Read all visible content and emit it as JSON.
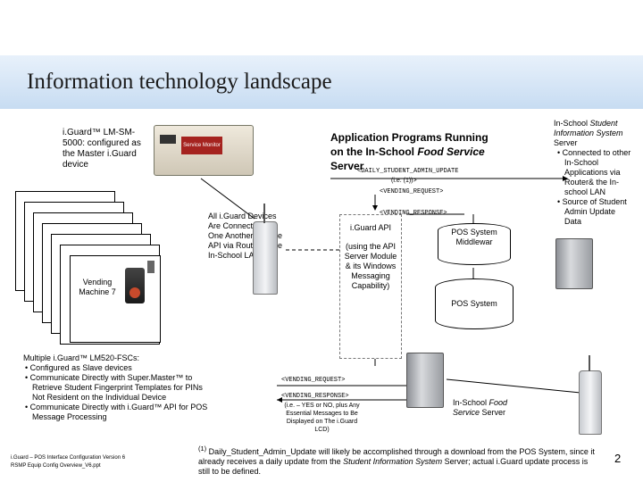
{
  "page": {
    "title": "Information technology landscape",
    "page_number": "2"
  },
  "nodes": {
    "master_device": {
      "label": "i.Guard™ LM-SM-5000: configured as the Master i.Guard device",
      "screen_text": "Service Monitor"
    },
    "vending_stack": {
      "label": "Vending Machine 7"
    },
    "all_devices_note": "All i.Guard Devices Are Connected to One Another and the API via Router to the In-School LAN",
    "app_programs": {
      "line1": "Application Programs Running",
      "line2_a": "on the In-School ",
      "line2_b": "Food Service",
      "line3": "Server"
    },
    "iguard_api": {
      "title": "i.Guard API",
      "detail": "(using the API Server Module & its Windows Messaging Capability)"
    },
    "pos_middleware": "POS System Middlewar",
    "pos_system": "POS System",
    "sis_server": {
      "title_a": "In-School ",
      "title_b": "Student Information System",
      "title_c": " Server",
      "bullets": [
        "Connected to other In-School Applications via Router& the In-school LAN",
        "Source of Student Admin Update Data"
      ]
    },
    "food_server": {
      "label_a": "In-School ",
      "label_b": "Food Service",
      "label_c": " Server"
    },
    "slave_fscs": {
      "title": "Multiple i.Guard™ LM520-FSCs:",
      "bullets": [
        "Configured as Slave devices",
        "Communicate Directly with Super.Master™ to Retrieve Student Fingerprint Templates for PINs Not Resident on the Individual Device",
        "Communicate Directly with i.Guard™ API for POS Message Processing"
      ]
    }
  },
  "messages": {
    "daily_update": "<DAILY_STUDENT_ADMIN_UPDATE",
    "daily_update_sub": "(i.e. (1))>",
    "vending_request_top": "<VENDING_REQUEST>",
    "vending_response_top": "<VENDING_RESPONSE>",
    "vending_request_bottom": "<VENDING_REQUEST>",
    "vending_response_bottom": "<VENDING_RESPONSE>",
    "vending_response_detail": "(i.e. – YES or NO, plus Any Essential Messages to Be Displayed on The i.Guard LCD)"
  },
  "footnote": {
    "marker": "(1)",
    "text_a": " Daily_Student_Admin_Update will likely be accomplished through a download from the POS System, since it already receives a daily update from the ",
    "text_b": "Student Information System",
    "text_c": " Server; actual i.Guard update process is still to be defined."
  },
  "source": {
    "line1": "i.Guard – POS Interface Configuration Version 6",
    "line2": "RSMP Equip Config Overview_V6.ppt"
  },
  "icons": [
    "server-tower",
    "wireless-router",
    "fingerprint-terminal",
    "pos-cylinder"
  ]
}
